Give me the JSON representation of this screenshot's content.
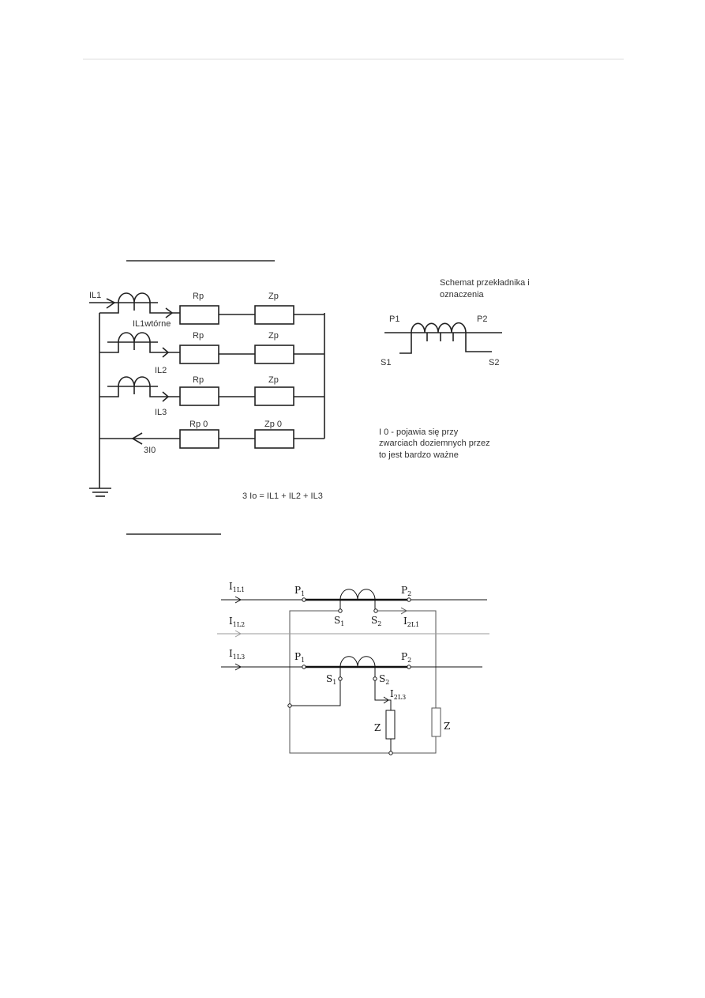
{
  "figure1": {
    "rp": "Rp",
    "zp": "Zp",
    "rp0": "Rp 0",
    "zp0": "Zp 0",
    "il1": "IL1",
    "il1_secondary": "IL1wtórne",
    "il2": "IL2",
    "il3": "IL3",
    "i0": "3I0",
    "formula": "3 Io = IL1 + IL2 + IL3"
  },
  "figure_ct": {
    "title_line1": "Schemat przekładnika i",
    "title_line2": "oznaczenia",
    "p1": "P1",
    "p2": "P2",
    "s1": "S1",
    "s2": "S2",
    "note_line1": "I 0 - pojawia się przy",
    "note_line2": "zwarciach doziemnych przez",
    "note_line3": "to jest bardzo ważne"
  },
  "figure2": {
    "i1l1": {
      "main": "I",
      "sub": "1L1"
    },
    "i1l2": {
      "main": "I",
      "sub": "1L2"
    },
    "i1l3": {
      "main": "I",
      "sub": "1L3"
    },
    "i2l1": {
      "main": "I",
      "sub": "2L1"
    },
    "i2l3": {
      "main": "I",
      "sub": "2L3"
    },
    "p": "P",
    "s": "S",
    "n1": "1",
    "n2": "2",
    "z": "Z"
  }
}
